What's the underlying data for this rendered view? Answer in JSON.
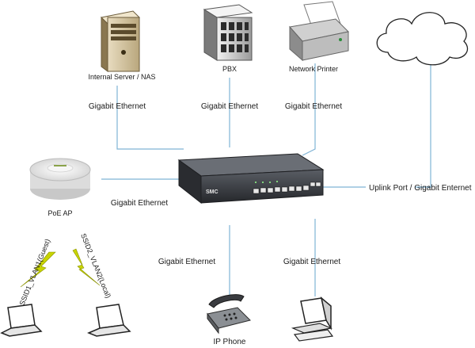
{
  "devices": {
    "server": "Internal Server / NAS",
    "pbx": "PBX",
    "printer": "Network Printer",
    "ap": "PoE AP",
    "phone": "IP Phone",
    "switch_brand": "SMC"
  },
  "links": {
    "server": "Gigabit Ethernet",
    "pbx": "Gigabit Ethernet",
    "printer": "Gigabit Ethernet",
    "ap": "Gigabit Ethernet",
    "phone": "Gigabit Ethernet",
    "pc": "Gigabit Ethernet",
    "uplink": "Uplink Port / Gigabit Enternet"
  },
  "wireless": {
    "ssid1": "SSID1_VLAN1(Guest)",
    "ssid2": "SSID2_VLAN2(Local)"
  },
  "colors": {
    "link_line": "#7fb3d5",
    "lightning": "#c8d400",
    "switch_body": "#3a3d42"
  }
}
